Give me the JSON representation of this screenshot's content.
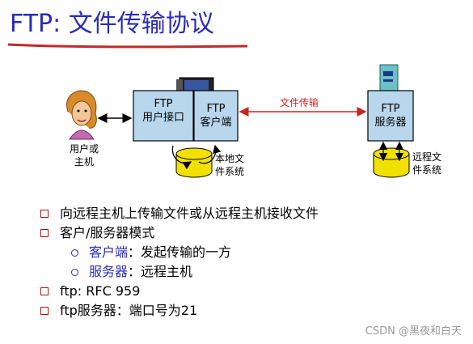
{
  "title": "FTP: 文件传输协议",
  "diagram": {
    "user_label_line1": "用户或",
    "user_label_line2": "主机",
    "ui_box_line1": "FTP",
    "ui_box_line2": "用户接口",
    "client_box_line1": "FTP",
    "client_box_line2": "客户端",
    "server_box_line1": "FTP",
    "server_box_line2": "服务器",
    "transfer_label": "文件传输",
    "local_fs_line1": "本地文",
    "local_fs_line2": "件系统",
    "remote_fs_line1": "远程文",
    "remote_fs_line2": "件系统"
  },
  "bullets": {
    "b1": "向远程主机上传输文件或从远程主机接收文件",
    "b2": "客户/服务器模式",
    "s1_head": "客户端",
    "s1_tail": "：发起传输的一方",
    "s2_head": "服务器",
    "s2_tail": "：远程主机",
    "b3": "ftp: RFC 959",
    "b4": "ftp服务器：端口号为21"
  },
  "watermark": "CSDN @黑夜和白天",
  "colors": {
    "title": "#2b2bb8",
    "box_fill": "#b8d7ec",
    "cylinder": "#f2e000",
    "transfer_arrow": "#cc2222",
    "bullet_mark": "#b01010"
  }
}
